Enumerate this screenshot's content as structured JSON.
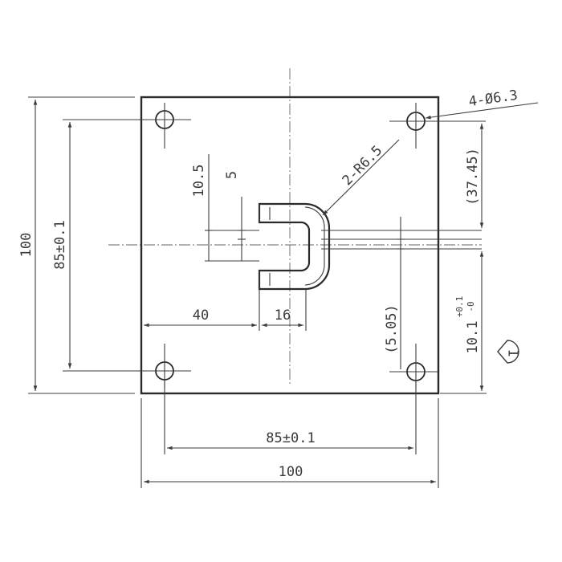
{
  "dimensions": {
    "overall_height": "100",
    "hole_spacing_vertical": "85±0.1",
    "offset_40": "40",
    "slot_width_16": "16",
    "dim_10_5": "10.5",
    "dim_5": "5",
    "radius_note": "2-R6.5",
    "hole_note": "4-Ø6.3",
    "ref_37_45": "(37.45)",
    "ref_5_05": "(5.05)",
    "tol_base": "10.1",
    "tol_upper": "+0.1",
    "tol_lower": "-0",
    "hole_spacing_horizontal": "85±0.1",
    "overall_width": "100",
    "view_marker": "I"
  }
}
